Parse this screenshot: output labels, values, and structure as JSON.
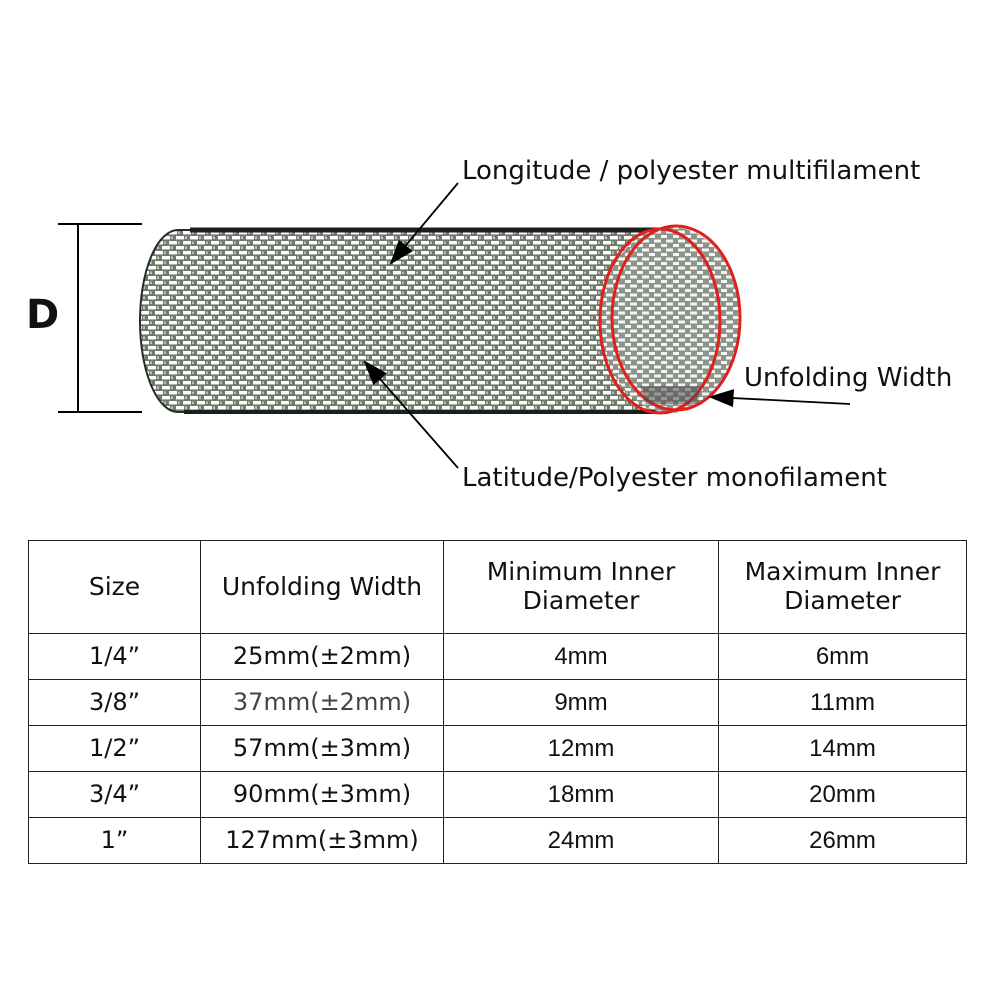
{
  "diagram": {
    "dimension_label": "D",
    "longitude_label": "Longitude / polyester multifilament",
    "latitude_label": "Latitude/Polyester monofilament",
    "unfolding_label": "Unfolding Width",
    "colors": {
      "sleeve_ring": "#e0201c",
      "weave_dark": "#3a3a3a",
      "weave_light": "#ffffff",
      "weave_tint": "#8a9a88"
    }
  },
  "table": {
    "headers": [
      "Size",
      "Unfolding Width",
      "Minimum Inner Diameter",
      "Maximum Inner Diameter"
    ],
    "rows": [
      [
        "1/4”",
        "25mm(±2mm)",
        "4mm",
        "6mm"
      ],
      [
        "3/8”",
        "37mm(±2mm)",
        "9mm",
        "11mm"
      ],
      [
        "1/2”",
        "57mm(±3mm)",
        "12mm",
        "14mm"
      ],
      [
        "3/4”",
        "90mm(±3mm)",
        "18mm",
        "20mm"
      ],
      [
        "1”",
        "127mm(±3mm)",
        "24mm",
        "26mm"
      ]
    ]
  }
}
